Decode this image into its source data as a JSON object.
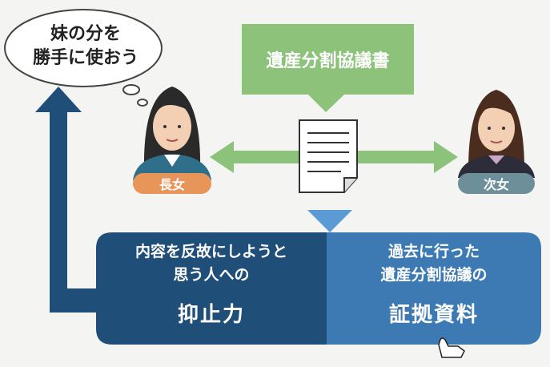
{
  "speech": {
    "text": "妹の分を\n勝手に使おう"
  },
  "document": {
    "title": "遺産分割協議書"
  },
  "people": {
    "elder": {
      "label": "長女"
    },
    "younger": {
      "label": "次女"
    }
  },
  "panel": {
    "left": {
      "lines": "内容を反故にしようと\n思う人への",
      "highlight": "抑止力"
    },
    "right": {
      "lines": "過去に行った\n遺産分割協議の",
      "highlight": "証拠資料"
    }
  },
  "colors": {
    "green": "#8dc27b",
    "navy": "#1f4e79",
    "blue": "#3d7ab3",
    "orange": "#e8955a",
    "teal_gray": "#6c8f99",
    "light_blue": "#5b9bd5"
  }
}
